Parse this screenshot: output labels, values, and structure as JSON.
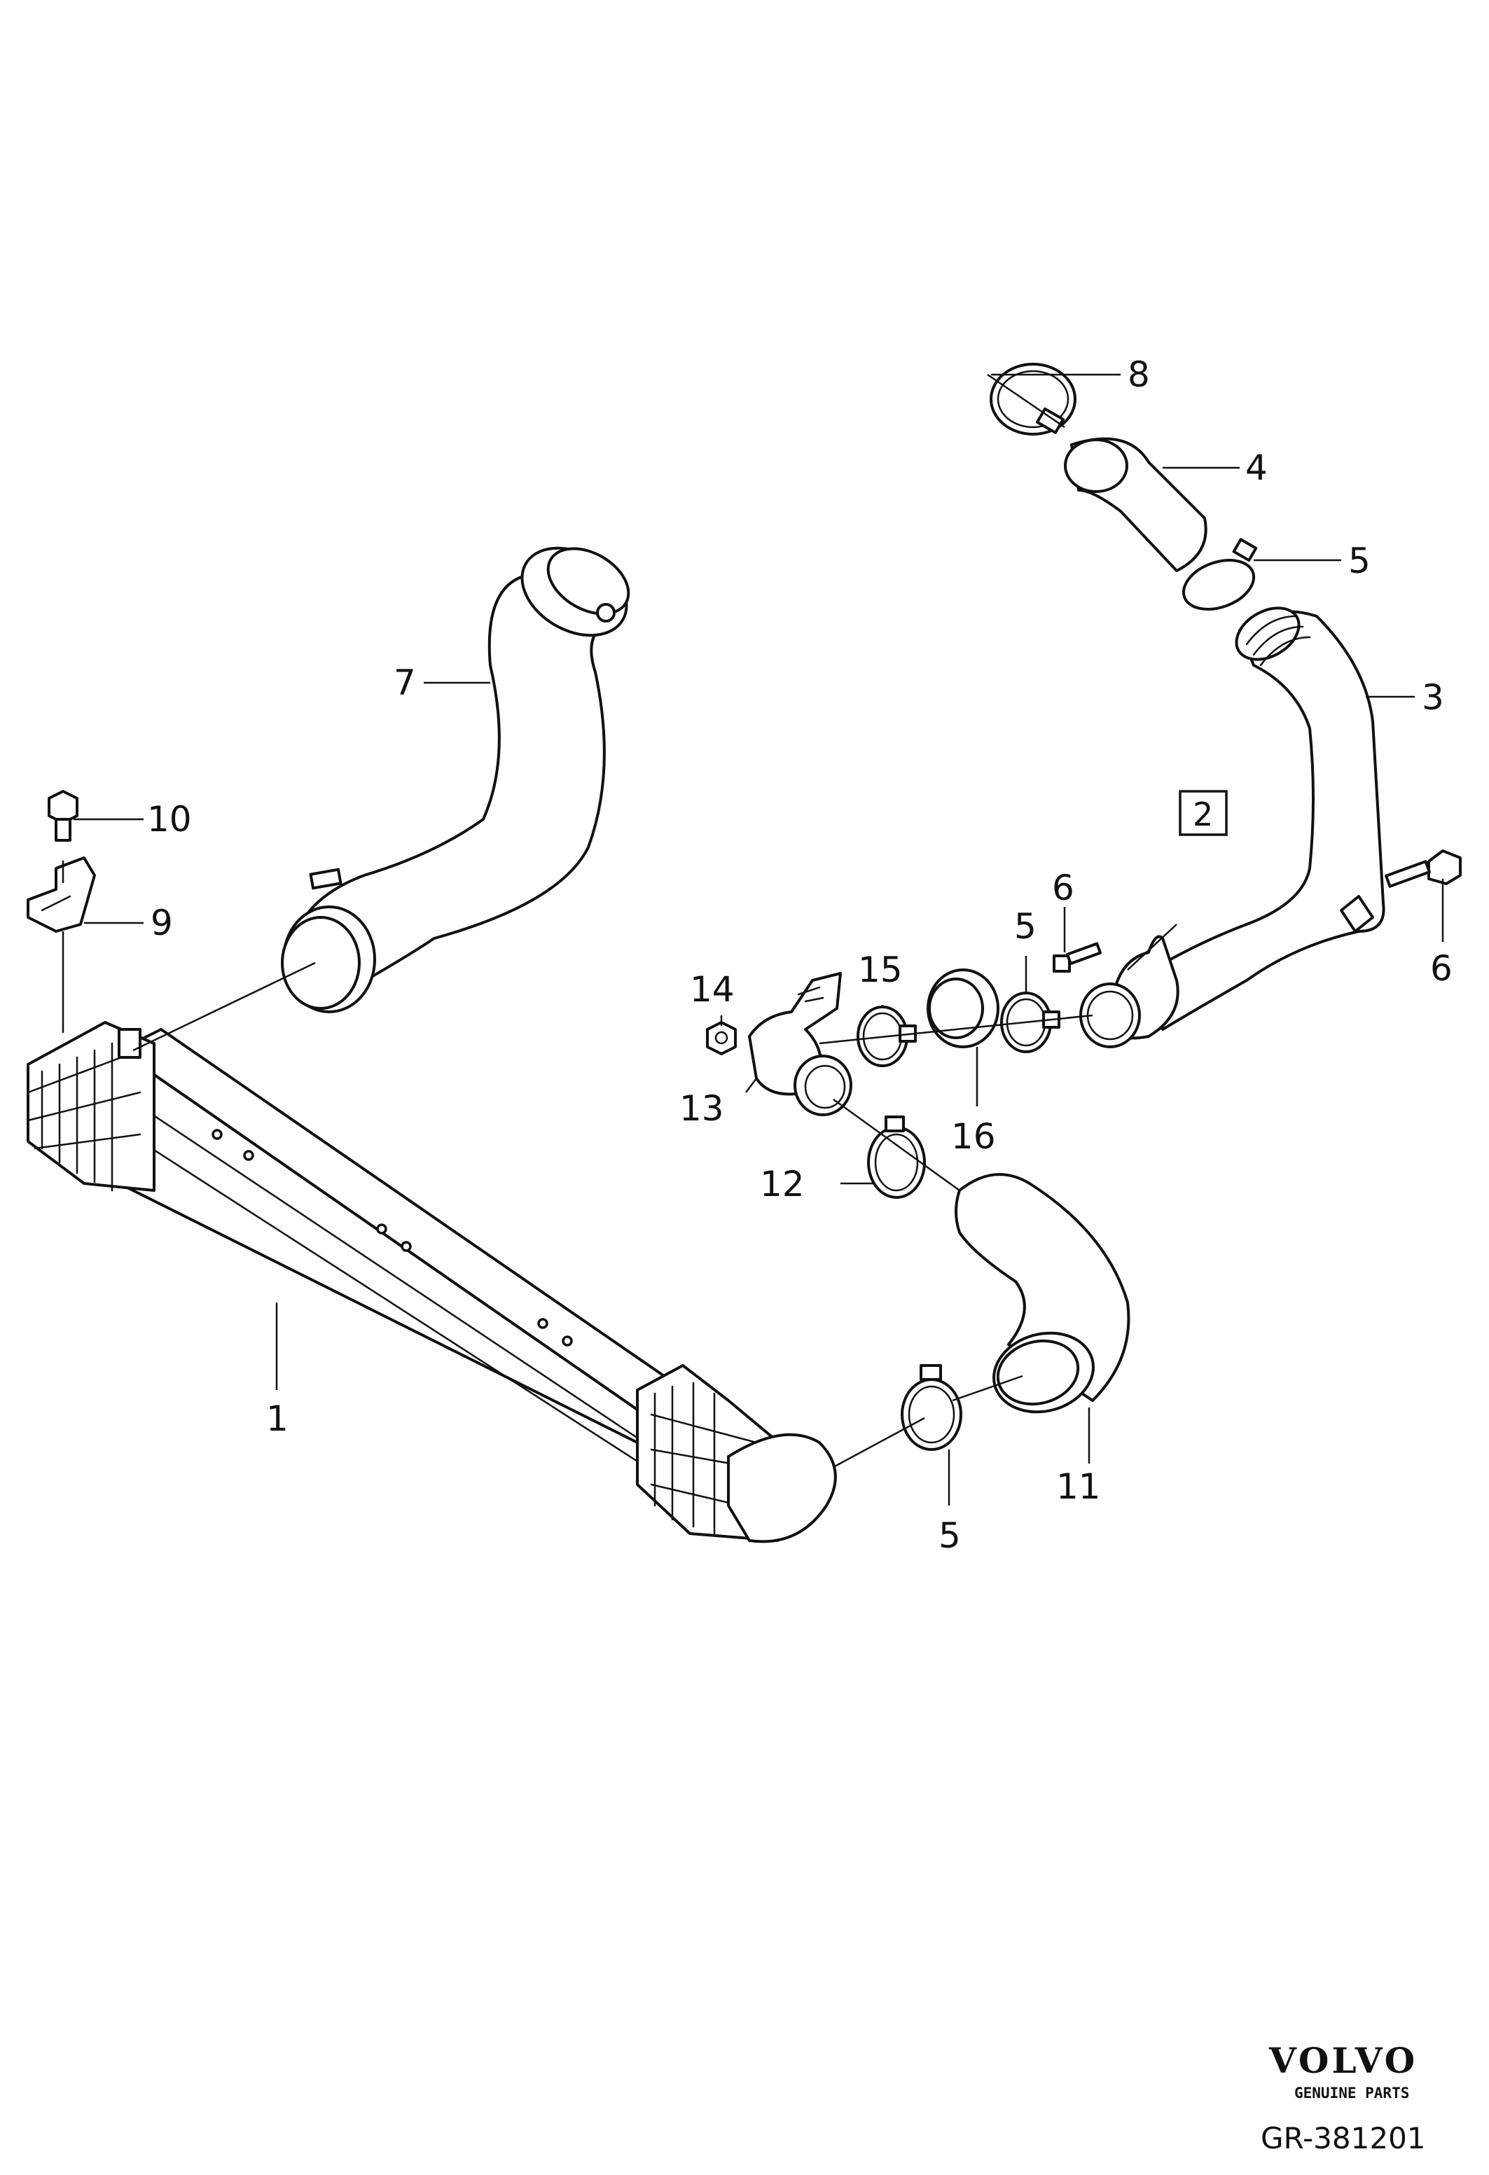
{
  "diagram": {
    "part_labels": {
      "p1": "1",
      "p2": "2",
      "p3": "3",
      "p4": "4",
      "p5a": "5",
      "p5b": "5",
      "p5c": "5",
      "p6a": "6",
      "p6b": "6",
      "p7": "7",
      "p8": "8",
      "p9": "9",
      "p10": "10",
      "p11": "11",
      "p12": "12",
      "p13": "13",
      "p14": "14",
      "p15": "15",
      "p16": "16"
    }
  },
  "footer": {
    "brand": "VOLVO",
    "brand_sub": "GENUINE PARTS",
    "drawing_ref": "GR-381201"
  },
  "colors": {
    "line": "#111111",
    "background": "#ffffff"
  }
}
